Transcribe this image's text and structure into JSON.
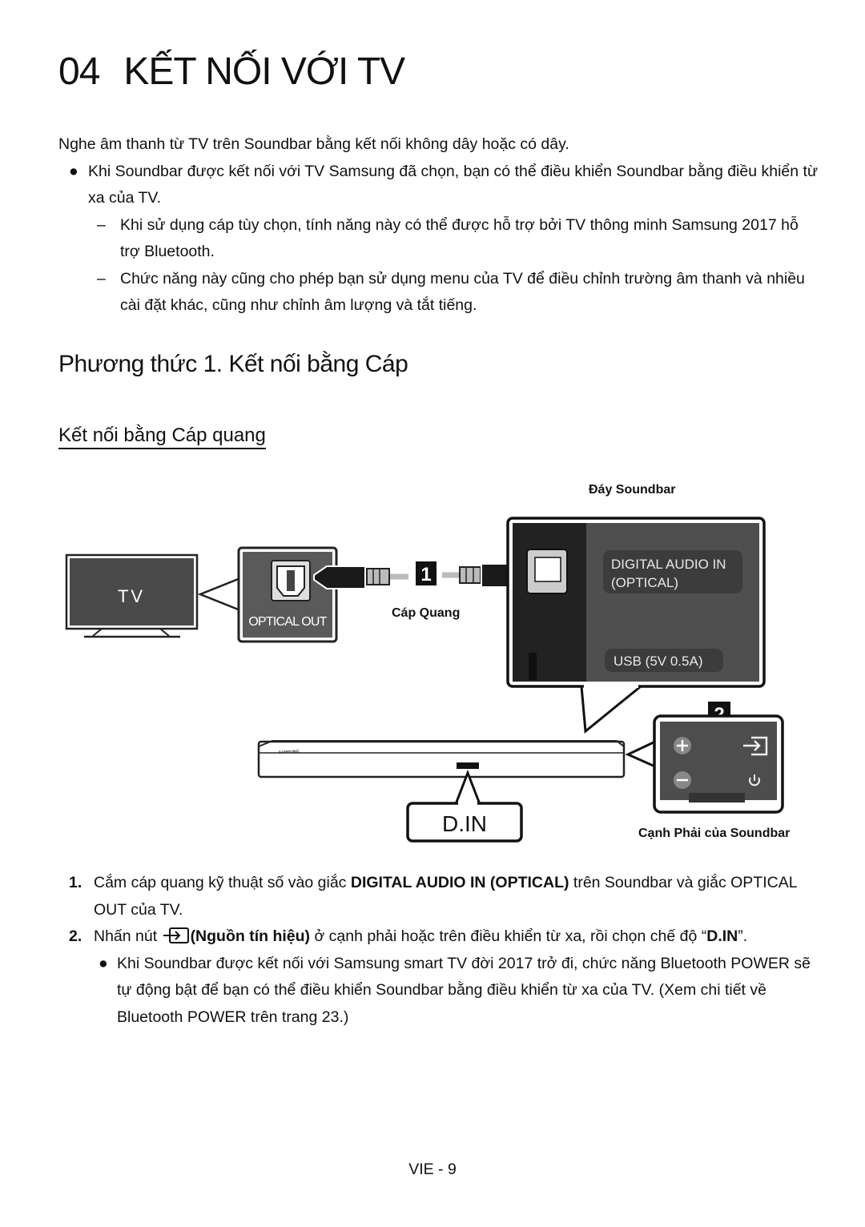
{
  "chapter": {
    "number": "04",
    "title": "KẾT NỐI VỚI TV"
  },
  "intro": {
    "lead": "Nghe âm thanh từ TV trên Soundbar bằng kết nối không dây hoặc có dây.",
    "bullet": "Khi Soundbar được kết nối với TV Samsung đã chọn, bạn có thể điều khiển Soundbar bằng điều khiển từ xa của TV.",
    "dashes": [
      "Khi sử dụng cáp tùy chọn, tính năng này có thể được hỗ trợ bởi TV thông minh Samsung 2017 hỗ trợ Bluetooth.",
      "Chức năng này cũng cho phép bạn sử dụng menu của TV để điều chỉnh trường âm thanh và nhiều cài đặt khác, cũng như chỉnh âm lượng và tắt tiếng."
    ]
  },
  "method_title": "Phương thức 1. Kết nối bằng Cáp",
  "sub_title": "Kết nối bằng Cáp quang",
  "diagram": {
    "label_bottom": "Đáy Soundbar",
    "label_cable": "Cáp Quang",
    "label_right_side": "Cạnh Phải của Soundbar",
    "tv_text": "TV",
    "optical_out": "OPTICAL OUT",
    "digital_in_line1": "DIGITAL AUDIO IN",
    "digital_in_line2": "(OPTICAL)",
    "usb_label": "USB (5V 0.5A)",
    "step1_badge": "1",
    "step2_badge": "2",
    "din_label": "D.IN",
    "brand": "SAMSUNG",
    "icons": [
      "plus-icon",
      "minus-icon",
      "source-icon",
      "power-icon",
      "optical-port-icon"
    ]
  },
  "steps": [
    {
      "n": "1.",
      "text_a": "Cắm cáp quang kỹ thuật số vào giắc ",
      "bold_a": "DIGITAL AUDIO IN (OPTICAL)",
      "text_b": " trên Soundbar và giắc OPTICAL OUT của TV."
    },
    {
      "n": "2.",
      "text_a": "Nhấn nút ",
      "bold_a": "(Nguồn tín hiệu)",
      "text_b": " ở cạnh phải hoặc trên điều khiển từ xa, rồi chọn chế độ “",
      "bold_b": "D.IN",
      "text_c": "”."
    }
  ],
  "step2_bullet": "Khi Soundbar được kết nối với Samsung smart TV đời 2017 trở đi, chức năng Bluetooth POWER sẽ tự động bật để bạn có thể điều khiển Soundbar bằng điều khiển từ xa của TV. (Xem chi tiết về Bluetooth POWER trên trang 23.)",
  "page_number": "VIE - 9"
}
